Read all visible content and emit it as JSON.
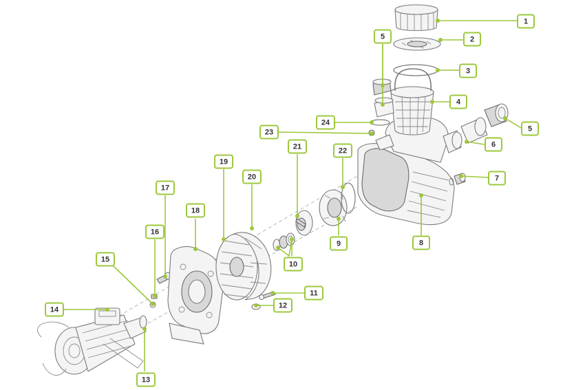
{
  "colors": {
    "accent": "#9cc83c",
    "line": "#7a7a7a",
    "text": "#333333"
  },
  "callouts": [
    {
      "id": "1",
      "label": "1"
    },
    {
      "id": "2",
      "label": "2"
    },
    {
      "id": "3",
      "label": "3"
    },
    {
      "id": "4",
      "label": "4"
    },
    {
      "id": "5a",
      "label": "5"
    },
    {
      "id": "5b",
      "label": "5"
    },
    {
      "id": "6",
      "label": "6"
    },
    {
      "id": "7",
      "label": "7"
    },
    {
      "id": "8",
      "label": "8"
    },
    {
      "id": "9",
      "label": "9"
    },
    {
      "id": "10",
      "label": "10"
    },
    {
      "id": "11",
      "label": "11"
    },
    {
      "id": "12",
      "label": "12"
    },
    {
      "id": "13",
      "label": "13"
    },
    {
      "id": "14",
      "label": "14"
    },
    {
      "id": "15",
      "label": "15"
    },
    {
      "id": "16",
      "label": "16"
    },
    {
      "id": "17",
      "label": "17"
    },
    {
      "id": "18",
      "label": "18"
    },
    {
      "id": "19",
      "label": "19"
    },
    {
      "id": "20",
      "label": "20"
    },
    {
      "id": "21",
      "label": "21"
    },
    {
      "id": "22",
      "label": "22"
    },
    {
      "id": "23",
      "label": "23"
    },
    {
      "id": "24",
      "label": "24"
    }
  ]
}
